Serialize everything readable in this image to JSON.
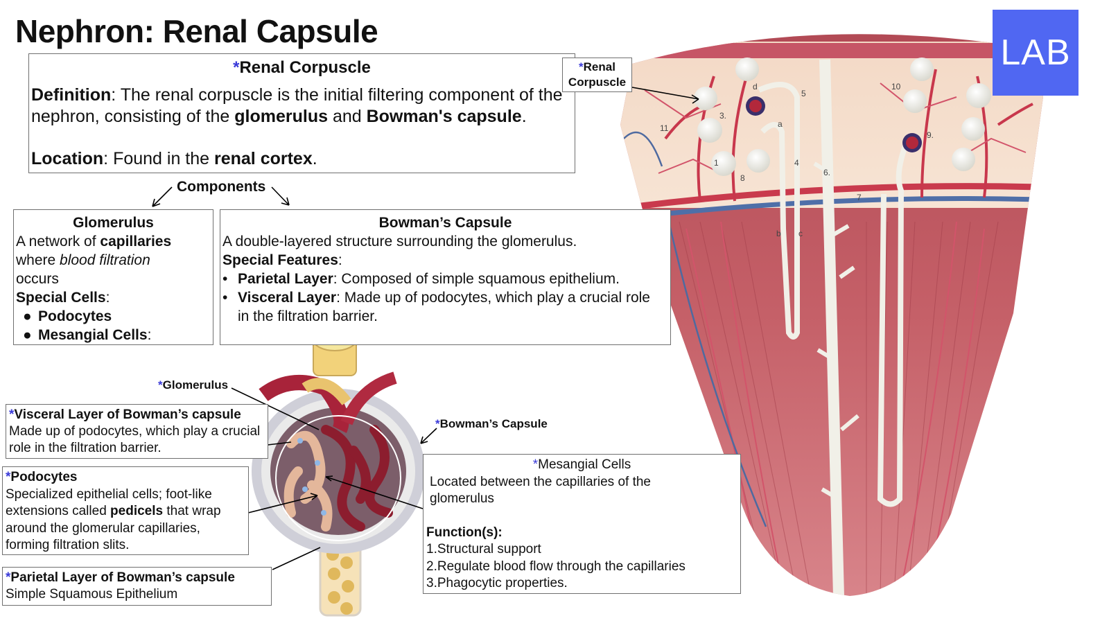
{
  "title": "Nephron: Renal Capsule",
  "logo": "LAB",
  "colors": {
    "logo_bg": "#5067f2",
    "star": "#3a3ad8"
  },
  "renal_corpuscle": {
    "heading": "Renal Corpuscle",
    "definition_label": "Definition",
    "definition_pre": ": The renal corpuscle is the initial filtering component of the nephron, consisting of the ",
    "glomerulus": "glomerulus",
    "and": " and ",
    "bowmans_capsule": "Bowman's capsule",
    "period": ".",
    "location_label": "Location",
    "location_pre": ": Found in the ",
    "renal_cortex": "renal cortex",
    "location_post": "."
  },
  "components_label": "Components",
  "glomerulus_box": {
    "heading": "Glomerulus",
    "line1_pre": "A network of ",
    "line1_bold": "capillaries",
    "line2_pre": "where ",
    "line2_italic": "blood filtration",
    "line3": "occurs",
    "special_label": "Special Cells",
    "colon": ":",
    "items": [
      "Podocytes",
      "Mesangial Cells"
    ],
    "item2_suffix": ":"
  },
  "bowman_box": {
    "heading": "Bowman’s Capsule",
    "desc": "A double-layered structure surrounding the glomerulus.",
    "special_label": "Special Features",
    "colon": ":",
    "parietal_label": "Parietal Layer",
    "parietal_text": ": Composed of simple squamous epithelium.",
    "visceral_label": "Visceral Layer",
    "visceral_text": ": Made up of podocytes, which play a crucial role in the filtration barrier."
  },
  "callouts": {
    "renal_corpuscle_tag": [
      "Renal",
      "Corpuscle"
    ],
    "glomerulus_tag": "Glomerulus",
    "bowman_tag": "Bowman’s Capsule",
    "visceral": {
      "heading": "Visceral Layer of Bowman’s capsule",
      "text": "Made up of podocytes, which play a crucial role in the filtration barrier."
    },
    "podocytes": {
      "heading": "Podocytes",
      "text_pre": "Specialized epithelial cells; foot-like extensions called ",
      "bold": "pedicels",
      "text_post": " that wrap around the glomerular capillaries, forming filtration slits."
    },
    "parietal": {
      "heading": "Parietal Layer of Bowman’s capsule",
      "text": "Simple Squamous Epithelium"
    },
    "mesangial": {
      "heading": "Mesangial Cells",
      "text": "Located between the capillaries of the glomerulus",
      "function_label": "Function(s):",
      "functions": [
        "1.Structural support",
        "2.Regulate blood flow through the capillaries",
        "3.Phagocytic properties."
      ]
    }
  },
  "model_numbers": [
    "1",
    "3.",
    "4",
    "5",
    "6.",
    "7",
    "8",
    "9.",
    "10",
    "11",
    "a",
    "b",
    "c",
    "d"
  ]
}
